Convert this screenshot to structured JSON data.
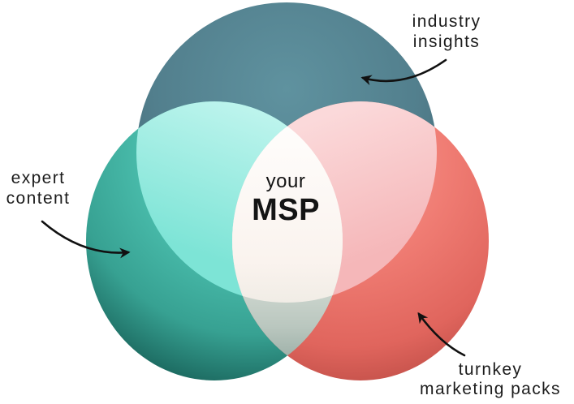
{
  "diagram": {
    "type": "venn",
    "center_label": "your MSP",
    "sets": [
      {
        "id": "industry-insights",
        "label": "industry insights",
        "color": "#537f8d"
      },
      {
        "id": "expert-content",
        "label": "expert content",
        "color": "#45b7a6"
      },
      {
        "id": "turnkey-marketing-packs",
        "label": "turnkey marketing packs",
        "color": "#f07a71"
      }
    ],
    "overlap_colors": {
      "industry_expert": "#7fe4d7",
      "industry_turnkey": "#f6bcbe",
      "expert_turnkey": "#dde4dd",
      "center": "#fbf5f0"
    }
  },
  "center": {
    "line1": "your",
    "line2": "MSP"
  },
  "labels": {
    "industry": {
      "line1": "industry",
      "line2": "insights"
    },
    "expert": {
      "line1": "expert",
      "line2": "content"
    },
    "turnkey": {
      "line1": "turnkey",
      "line2": "marketing packs"
    }
  },
  "colors": {
    "background": "#ffffff",
    "text": "#1c1c1c",
    "arrow": "#111111",
    "slate": {
      "hi": "#5f929f",
      "mid": "#527f8d",
      "low": "#446a77",
      "edge": "#35545f"
    },
    "teal": {
      "hi": "#7fe0d2",
      "mid": "#4cc0af",
      "low": "#37a192",
      "edge": "#1e6e64"
    },
    "coral": {
      "hi": "#f99a90",
      "mid": "#ef7b72",
      "low": "#e0655d",
      "edge": "#c14f48"
    },
    "mint": {
      "light": "#bdf4ed",
      "main": "#7de4d6"
    },
    "pink": {
      "light": "#fbd9da",
      "main": "#f5b7b9"
    },
    "lens": {
      "top": "#f7f4ef",
      "mid": "#e3e7e0",
      "low": "#bac7bf",
      "tip": "#9cafa7"
    },
    "centerRegion": {
      "top": "#fffefd",
      "mid": "#faf3ee",
      "low": "#e9e7df",
      "tip": "#d8dad1"
    }
  }
}
